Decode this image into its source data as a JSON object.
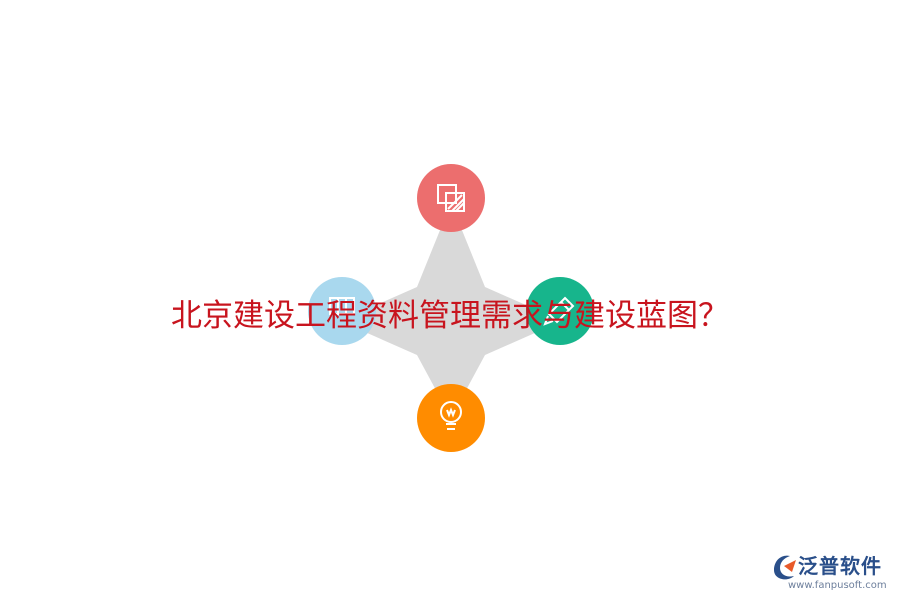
{
  "title": "北京建设工程资料管理需求与建设蓝图？",
  "diagram": {
    "nodes": [
      {
        "id": "top",
        "icon": "layers-icon",
        "color": "#ec6e6e"
      },
      {
        "id": "left",
        "icon": "building-icon",
        "color": "#a9d8ee"
      },
      {
        "id": "right",
        "icon": "pencil-ruler-icon",
        "color": "#17b58c"
      },
      {
        "id": "bottom",
        "icon": "lightbulb-icon",
        "color": "#ff8c00"
      }
    ],
    "connector_color": "#d9d9d9"
  },
  "brand": {
    "name": "泛普软件",
    "url": "www.fanpusoft.com",
    "primary_color": "#2a4f8a",
    "accent_color": "#e85a2a"
  }
}
